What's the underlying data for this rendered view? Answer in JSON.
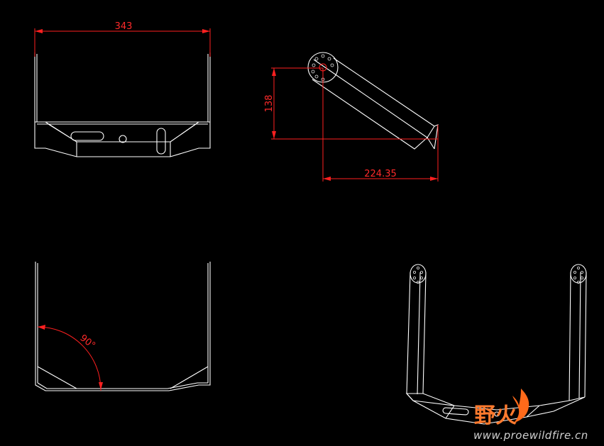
{
  "drawing": {
    "background": "#000000",
    "line_color": "#ffffff",
    "dimension_color": "#ff2020"
  },
  "dimensions": {
    "front_width": "343",
    "side_height": "138",
    "side_length": "224.35",
    "bend_angle": "90°"
  },
  "watermark": {
    "brand": "野火",
    "url": "www.proewildfire.cn"
  }
}
